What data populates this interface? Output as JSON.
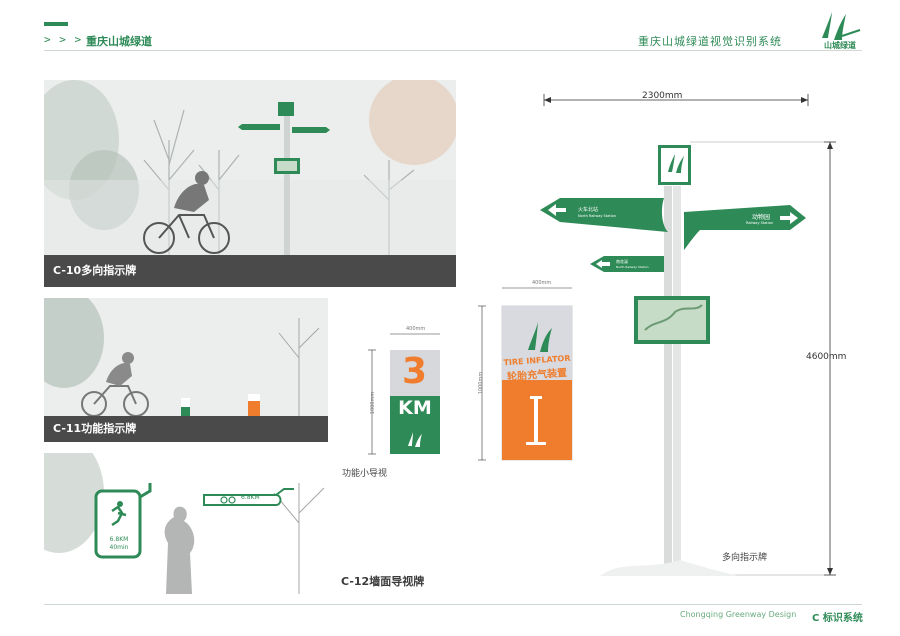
{
  "header": {
    "chevrons": "> > >",
    "subtitle": "重庆山城绿道",
    "title": "重庆山城绿道视觉识别系统",
    "logo_text": "山城绿道"
  },
  "panels": {
    "c10_caption": "C-10多向指示牌",
    "c11_caption": "C-11功能指示牌",
    "c12_caption": "C-12墙面导视牌"
  },
  "c12_sign": {
    "distance": "6.8KM",
    "time": "40min",
    "bar_text": "6.8KM"
  },
  "drawing": {
    "width_dim": "2300mm",
    "height_dim": "4600mm",
    "small_width_dim": "400mm",
    "small_height_dim": "1000mm",
    "mid_width_dim": "400mm",
    "mid_height_dim": "1000mm",
    "small_sign_number": "3",
    "small_sign_unit": "KM",
    "small_sign_label": "功能小导视",
    "tire_en": "TIRE INFLATOR",
    "tire_cn": "轮胎充气装置",
    "arrow_left_top_cn": "火车北站",
    "arrow_left_top_en": "North Railway Station",
    "arrow_right_cn": "动物园",
    "arrow_right_en": "Railway Station",
    "arrow_left_low_cn": "南花溪",
    "arrow_left_low_en": "North Railway Station",
    "main_label": "多向指示牌"
  },
  "footer": {
    "english": "Chongqing Greenway Design",
    "chinese": "C 标识系统"
  },
  "colors": {
    "green": "#2e8b57",
    "orange": "#ef7d2d",
    "caption_bg": "#4a4a4a"
  }
}
